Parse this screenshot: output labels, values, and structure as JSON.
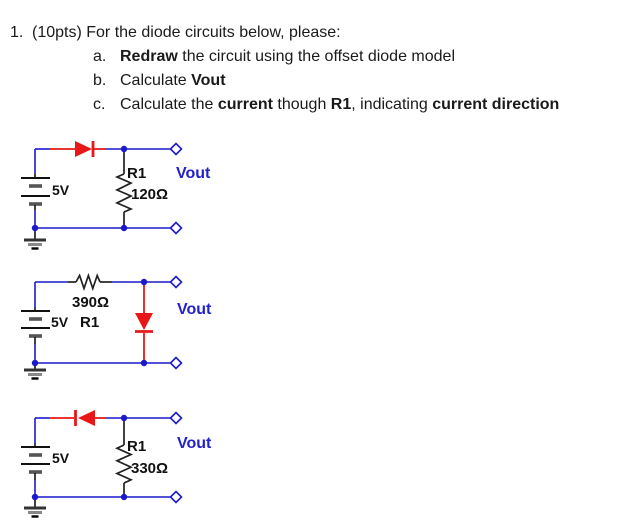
{
  "problem": {
    "number": "1.",
    "intro": "(10pts) For the diode circuits below, please:",
    "items": [
      {
        "letter": "a.",
        "parts": [
          {
            "t": "Redraw"
          },
          {
            "t": " the circuit using the offset diode model"
          }
        ]
      },
      {
        "letter": "b.",
        "parts": [
          {
            "t": "Calculate "
          },
          {
            "t": "Vout"
          }
        ]
      },
      {
        "letter": "c.",
        "parts": [
          {
            "t": "Calculate the "
          },
          {
            "t": "current"
          },
          {
            "t": " though "
          },
          {
            "t": "R1"
          },
          {
            "t": ", indicating "
          },
          {
            "t": "current direction"
          }
        ]
      }
    ]
  },
  "circuits": [
    {
      "battery_label": "5V",
      "resistor_name": "R1",
      "resistor_value": "120Ω",
      "output_label": "Vout",
      "diode_direction": "right",
      "resistor_orientation": "vertical"
    },
    {
      "battery_label": "5V",
      "resistor_name": "R1",
      "resistor_value": "390Ω",
      "output_label": "Vout",
      "diode_direction": "down",
      "resistor_orientation": "horizontal"
    },
    {
      "battery_label": "5V",
      "resistor_name": "R1",
      "resistor_value": "330Ω",
      "output_label": "Vout",
      "diode_direction": "left",
      "resistor_orientation": "vertical"
    }
  ],
  "colors": {
    "wire_blue": "#1A1ACC",
    "diode_red": "#E81818",
    "component_dark": "#222222",
    "text_black": "#1A1A1A",
    "vout_blue": "#2222CC"
  }
}
